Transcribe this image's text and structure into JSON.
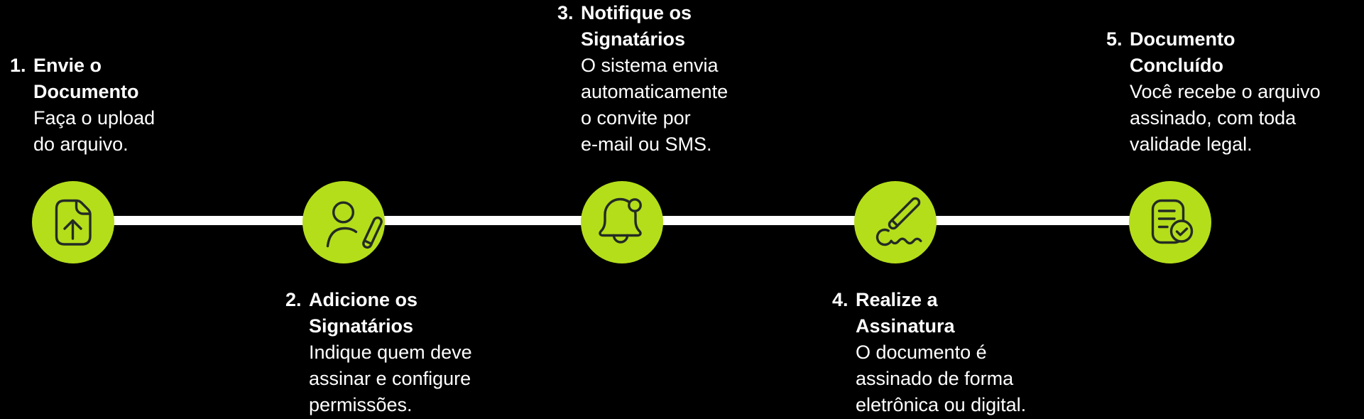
{
  "palette": {
    "background": "#000000",
    "accent": "#b4de1a",
    "connector": "#ffffff",
    "icon_stroke": "#242b24",
    "text": "#ffffff"
  },
  "steps": [
    {
      "number": "1.",
      "title": "Envie o\nDocumento",
      "body": "Faça o upload\ndo arquivo.",
      "icon": "document-upload-icon"
    },
    {
      "number": "2.",
      "title": "Adicione os\nSignatários",
      "body": "Indique quem deve\nassinar e configure\npermissões.",
      "icon": "add-signer-icon"
    },
    {
      "number": "3.",
      "title": "Notifique os\nSignatários",
      "body": "O sistema envia\nautomaticamente\no convite por\ne-mail ou SMS.",
      "icon": "notification-bell-icon"
    },
    {
      "number": "4.",
      "title": "Realize a\nAssinatura",
      "body": "O documento é\nassinado de forma\neletrônica ou digital.",
      "icon": "signature-pen-icon"
    },
    {
      "number": "5.",
      "title": "Documento\nConcluído",
      "body": "Você recebe o arquivo\nassinado, com toda\nvalidade legal.",
      "icon": "document-check-icon"
    }
  ]
}
